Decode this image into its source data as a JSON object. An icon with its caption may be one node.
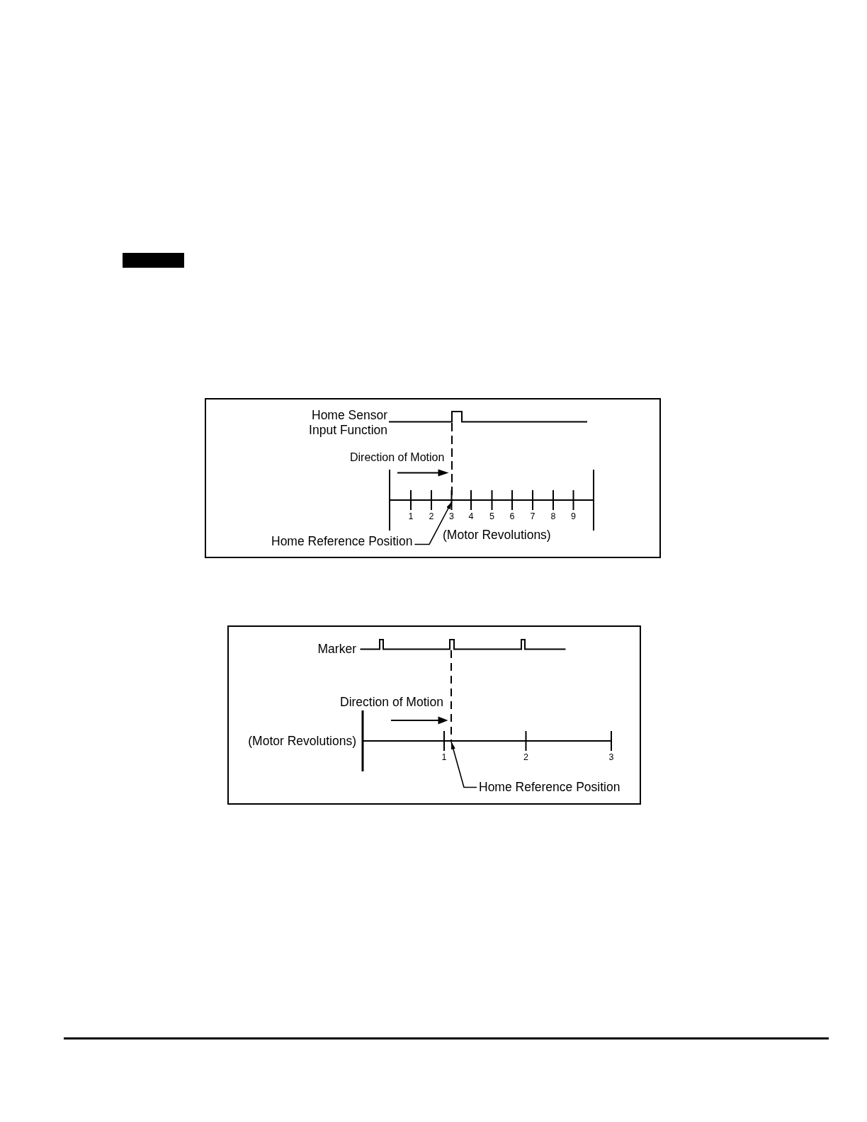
{
  "diagram": {
    "nodes": [
      {
        "text": [],
        "shape": "bar"
      },
      {
        "text": [],
        "shape": "box"
      },
      {
        "text": [],
        "shape": "line",
        "in": 1
      },
      {
        "text": [
          "Home Reference Position"
        ],
        "in": 1
      },
      {
        "text": [],
        "shape": "box"
      },
      {
        "text": [],
        "shape": "line",
        "in": 4
      },
      {
        "text": [
          "Home Reference Position"
        ],
        "in": 4
      }
    ],
    "edges": [
      {
        "from": 3,
        "to": 2,
        "arrow": "to"
      },
      {
        "from": 6,
        "to": 5,
        "arrow": "to"
      }
    ],
    "labels": [
      "Home Sensor Input Function",
      "Direction of Motion",
      "1",
      "2",
      "3",
      "4",
      "5",
      "6",
      "7",
      "8",
      "9",
      "(Motor Revolutions)",
      "Marker",
      "Direction of Motion",
      "(Motor Revolutions)",
      "1",
      "2",
      "3"
    ]
  }
}
